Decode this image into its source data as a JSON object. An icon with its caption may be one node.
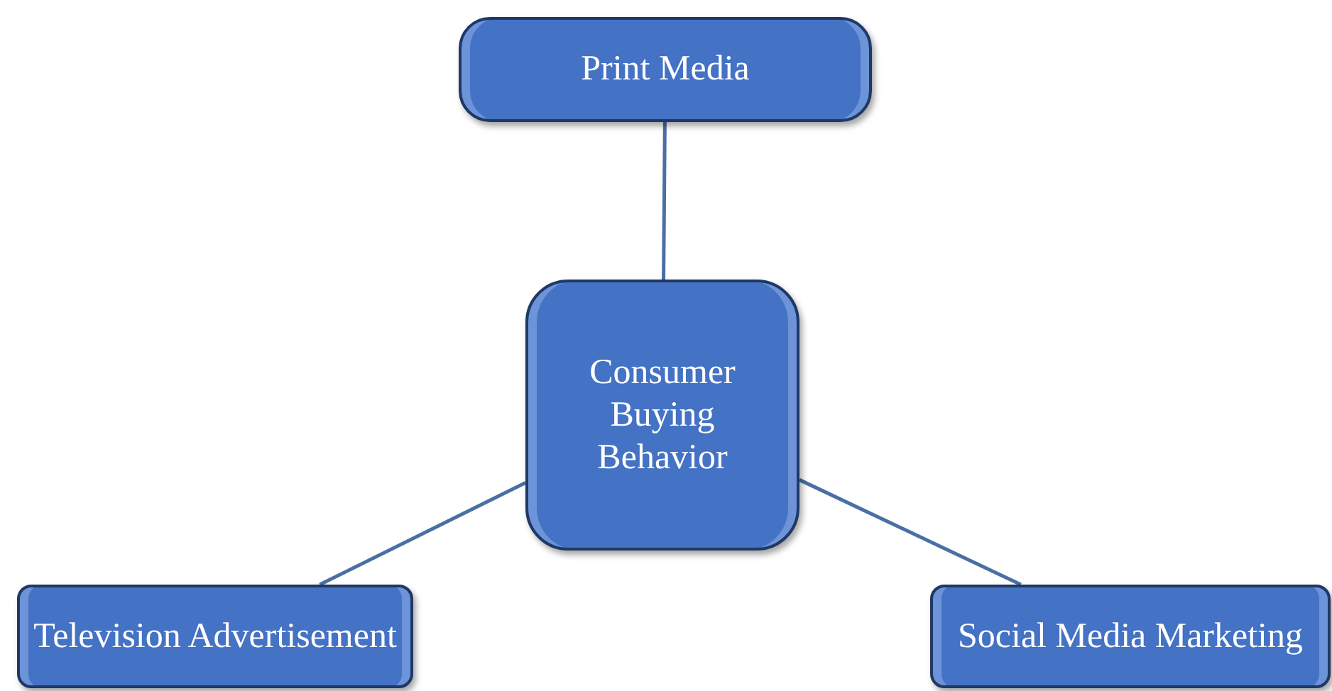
{
  "diagram": {
    "nodes": [
      {
        "text": [
          "Print Media"
        ]
      },
      {
        "text": [
          "Consumer Buying Behavior"
        ]
      },
      {
        "text": [
          "Television Advertisement"
        ]
      },
      {
        "text": [
          "Social Media Marketing"
        ]
      }
    ],
    "edges": [
      {
        "from": 0,
        "to": 1,
        "arrow": "none"
      },
      {
        "from": 1,
        "to": 2,
        "arrow": "none"
      },
      {
        "from": 1,
        "to": 3,
        "arrow": "none"
      }
    ]
  }
}
